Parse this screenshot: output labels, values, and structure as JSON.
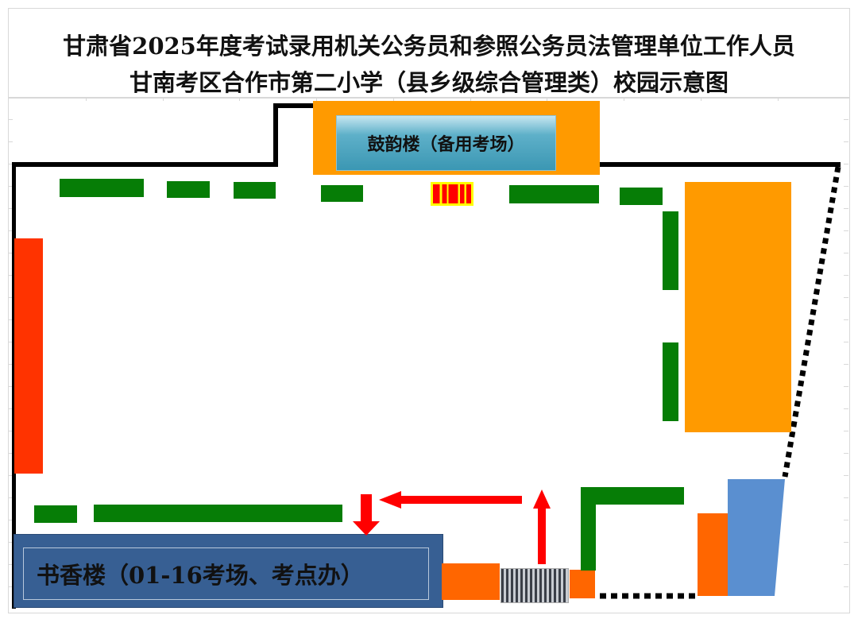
{
  "title": {
    "line1": "甘肃省2025年度考试录用机关公务员和参照公务员法管理单位工作人员",
    "line2": "甘南考区合作市第二小学（县乡级综合管理类）校园示意图"
  },
  "buildings": {
    "guyun": {
      "label": "鼓韵楼（备用考场）",
      "color": "#ff9a00",
      "label_bg": "#4aa3be"
    },
    "shuxiang": {
      "label": "书香楼（01-16考场、考点办）",
      "color": "#345e95"
    }
  },
  "legend_colors": {
    "greenery": "#067d06",
    "building_light": "#ff9a00",
    "building_dark": "#ff6600",
    "left_building": "#ff3300",
    "blue_building": "#5a8fd0",
    "route_arrow": "#ff0000",
    "flag": "#ff0000",
    "wall": "#000000"
  },
  "icons": {
    "gate": "electric-retractable-gate",
    "flagpole": "flag-platform"
  }
}
